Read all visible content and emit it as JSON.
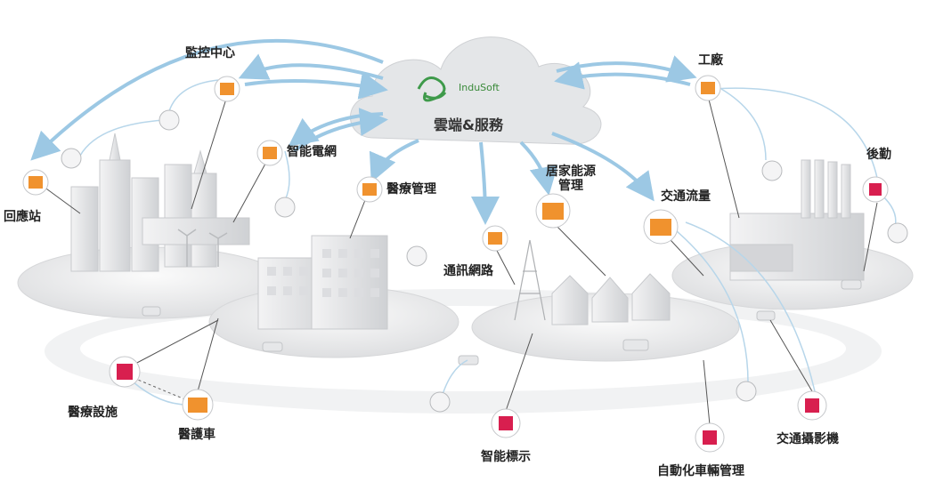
{
  "cloud": {
    "brand": "InduSoft",
    "title": "雲端&服務"
  },
  "labels": {
    "monitor_center": "監控中心",
    "smart_grid": "智能電網",
    "response_station": "回應站",
    "medical_management": "醫療管理",
    "comm_network": "通訊網路",
    "home_energy_line1": "居家能源",
    "home_energy_line2": "管理",
    "traffic_flow": "交通流量",
    "factory": "工廠",
    "logistics": "後勤",
    "medical_facility": "醫療設施",
    "ambulance": "醫護車",
    "smart_sign": "智能標示",
    "auto_vehicle_mgmt": "自動化車輛管理",
    "traffic_camera": "交通攝影機"
  },
  "colors": {
    "orange_node": "#f0922e",
    "red_node": "#d81f4f",
    "arrow_blue": "#9cc8e4",
    "cloud": "#e4e6e8",
    "platform": "#ebecee"
  }
}
